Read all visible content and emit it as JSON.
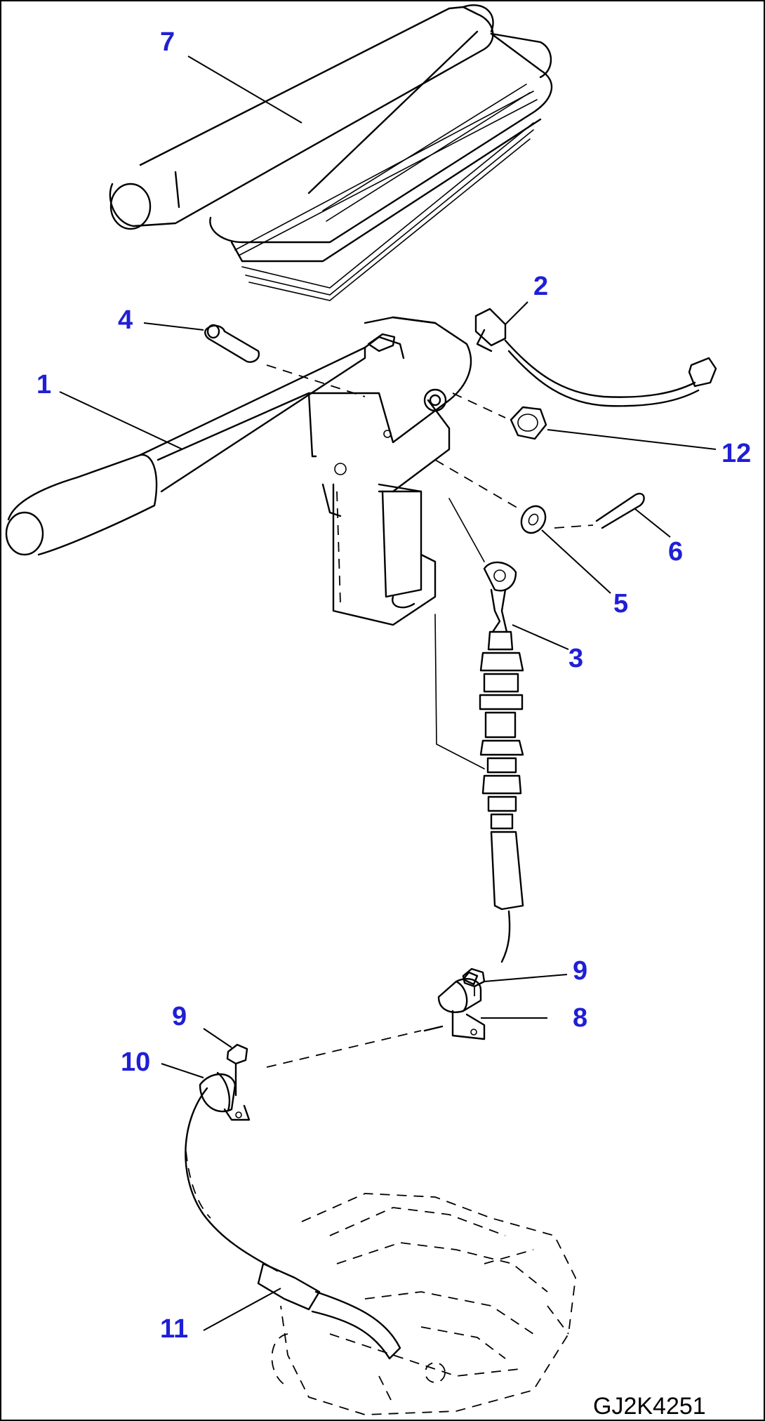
{
  "diagram": {
    "drawing_code": "GJ2K4251",
    "callouts": [
      {
        "id": "c1",
        "label": "1"
      },
      {
        "id": "c2",
        "label": "2"
      },
      {
        "id": "c3",
        "label": "3"
      },
      {
        "id": "c4",
        "label": "4"
      },
      {
        "id": "c5",
        "label": "5"
      },
      {
        "id": "c6",
        "label": "6"
      },
      {
        "id": "c7",
        "label": "7"
      },
      {
        "id": "c8",
        "label": "8"
      },
      {
        "id": "c9a",
        "label": "9"
      },
      {
        "id": "c9b",
        "label": "9"
      },
      {
        "id": "c10",
        "label": "10"
      },
      {
        "id": "c11",
        "label": "11"
      },
      {
        "id": "c12",
        "label": "12"
      }
    ],
    "colors": {
      "callout": "#1f1fd6",
      "line": "#000000",
      "background": "#ffffff"
    }
  }
}
